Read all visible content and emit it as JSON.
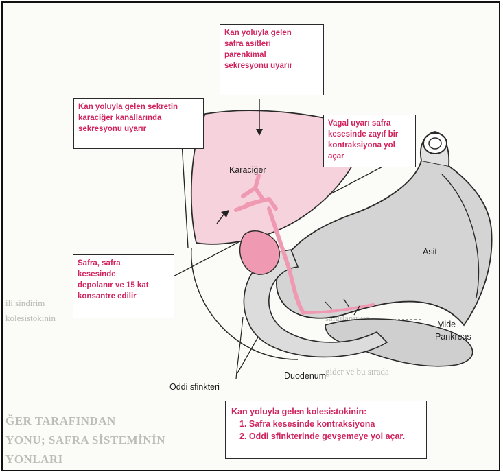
{
  "colors": {
    "callout_text": "#d0245e",
    "liver_fill": "#f6d3dc",
    "bile_duct": "#ef9ab2",
    "stomach_fill": "#d4d4d4"
  },
  "labels": {
    "liver": "Karaciğer",
    "acid": "Asit",
    "stomach": "Mide",
    "pancreas": "Pankreas",
    "duodenum": "Duodenum",
    "oddi": "Oddi sfinkteri"
  },
  "callouts": {
    "top": [
      "Kan yoluyla gelen",
      "safra asitleri",
      "parenkimal",
      "sekresyonu uyarır"
    ],
    "left": [
      "Kan yoluyla gelen sekretin",
      "karaciğer kanallarında",
      "sekresyonu uyarır"
    ],
    "right": [
      "Vagal uyarı safra",
      "kesesinde zayıf bir",
      "kontraksiyona yol",
      "açar"
    ],
    "storage": [
      "Safra, safra",
      "kesesinde",
      "depolanır ve 15 kat",
      "konsantre edilir"
    ],
    "bottom": [
      "Kan yoluyla gelen kolesistokinin:",
      "1. Safra kesesinde kontraksiyona",
      "2. Oddi sfinkterinde gevşemeye yol açar."
    ]
  }
}
